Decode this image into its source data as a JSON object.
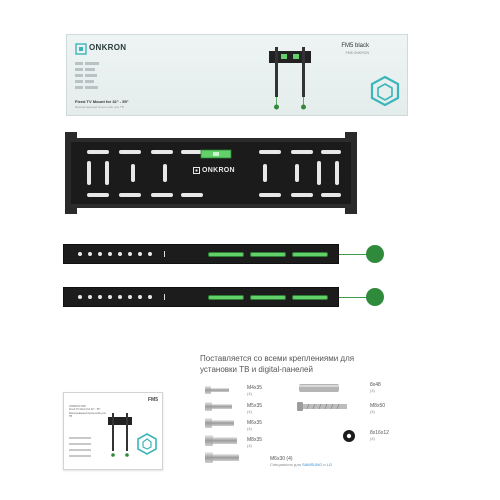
{
  "box_top": {
    "brand": "ONKRON",
    "model": "FM5 black",
    "model_sub": "FM5 ONKRON",
    "tagline": "Fixed TV Mount for 32\" - 55\"",
    "tagline_sub": "Фиксированный кронштейн для ТВ"
  },
  "plate": {
    "label": "ONKRON",
    "level_text": "ONKRON"
  },
  "heading": {
    "line1": "Поставляется со всеми креплениями для",
    "line2": "установки ТВ и digital-панелей"
  },
  "small_box": {
    "model": "FM5",
    "text1": "ONKRON FM5",
    "text2": "Fixed TV Mount for 32\" - 55\"",
    "text3": "Фиксированный кронштейн для ТВ"
  },
  "hardware": {
    "m4x35": "M4x35",
    "m5x35": "M5x35",
    "m6x35": "M6x35",
    "m8x35": "M8x35",
    "m6x30": "M6x30",
    "m6x30_note_prefix": "Специально для ",
    "brand_a": "SAMSUNG",
    "and_word": " и ",
    "brand_b": "LG",
    "qty_4": "(4)",
    "d8x48": "8x48",
    "m8x50": "M8x50",
    "washer": "8x16x12",
    "anchor_qty": "(4)"
  },
  "colors": {
    "accent_green": "#62d16a",
    "knob_green": "#2f8a3c",
    "metal_dark": "#1c1c1c",
    "logo_teal": "#3ab5b8",
    "highlight_blue": "#2f8ed8"
  }
}
